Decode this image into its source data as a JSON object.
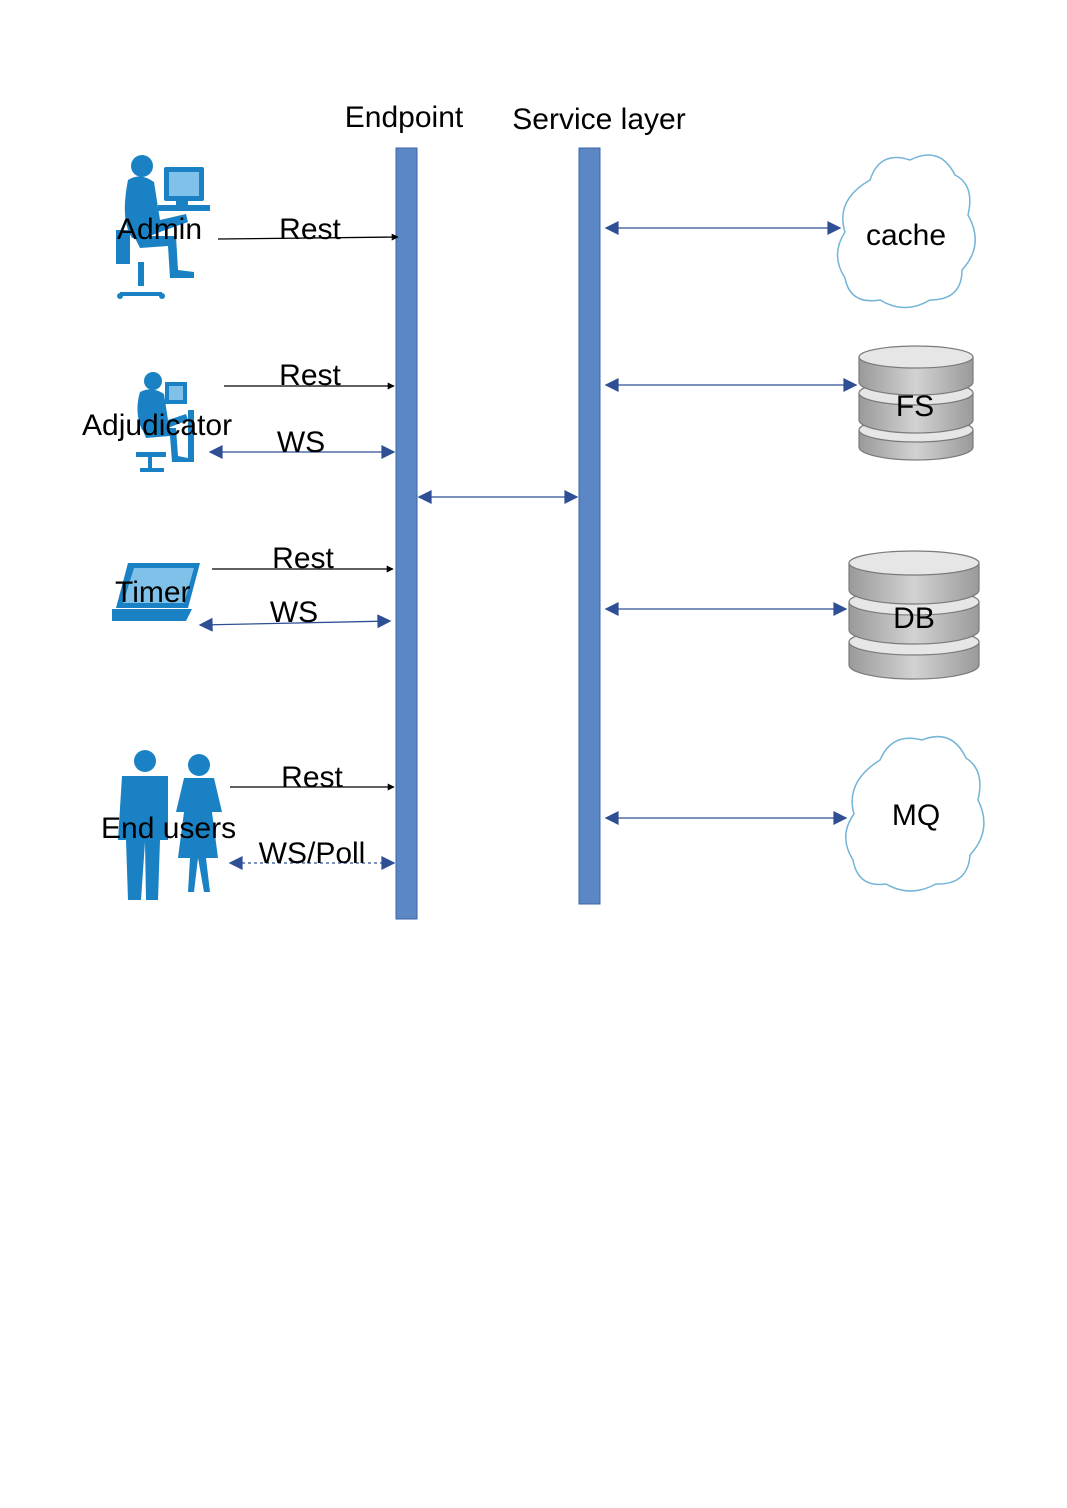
{
  "headers": {
    "endpoint": "Endpoint",
    "service": "Service layer"
  },
  "actors": {
    "admin": "Admin",
    "adjudicator": "Adjudicator",
    "timer": "Timer",
    "end_users": "End users"
  },
  "connections": {
    "admin_rest": "Rest",
    "adj_rest": "Rest",
    "adj_ws": "WS",
    "timer_rest": "Rest",
    "timer_ws": "WS",
    "users_rest": "Rest",
    "users_ws": "WS/Poll"
  },
  "stores": {
    "cache": "cache",
    "fs": "FS",
    "db": "DB",
    "mq": "MQ"
  },
  "colors": {
    "bar_fill": "#5b87c5",
    "bar_stroke": "#3a66a8",
    "actor_blue": "#1a82c4",
    "arrow_blue": "#2f4f95",
    "cloud_stroke": "#74b4d6",
    "cylinder_gray": "#b8b8b8"
  }
}
